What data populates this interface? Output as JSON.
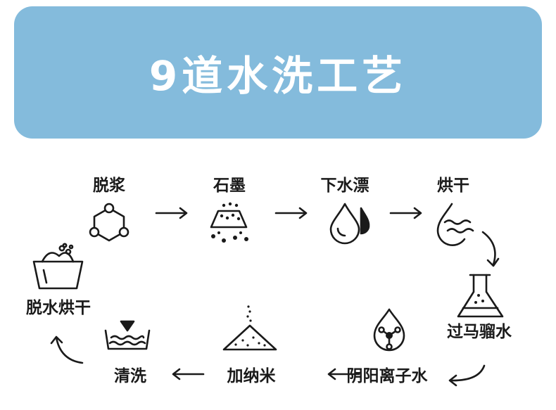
{
  "colors": {
    "banner": "#84bbdc",
    "ink": "#1a1a1a",
    "background": "#ffffff"
  },
  "title": "9道水洗工艺",
  "steps": [
    {
      "label": "脱浆",
      "icon": "hexagon-molecule-icon"
    },
    {
      "label": "石墨",
      "icon": "graphite-particles-icon"
    },
    {
      "label": "下水漂",
      "icon": "water-drops-icon"
    },
    {
      "label": "烘干",
      "icon": "drop-waves-icon"
    },
    {
      "label": "过马骝水",
      "icon": "flask-icon"
    },
    {
      "label": "阴阳离子水",
      "icon": "drop-molecule-icon"
    },
    {
      "label": "加纳米",
      "icon": "nano-powder-pile-icon"
    },
    {
      "label": "清洗",
      "icon": "wash-tub-icon"
    },
    {
      "label": "脱水烘干",
      "icon": "wash-basin-bubbles-icon"
    }
  ]
}
